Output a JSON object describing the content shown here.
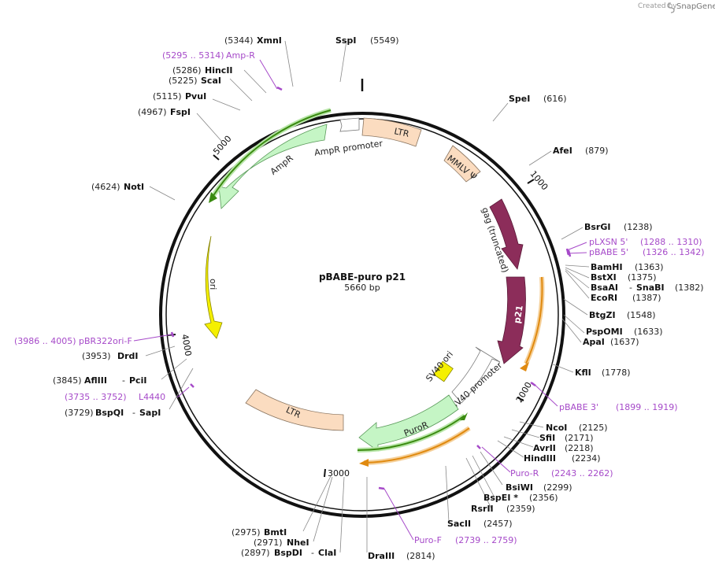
{
  "credit": {
    "created_by": "Created by",
    "brand": "SnapGene"
  },
  "plasmid": {
    "name": "pBABE-puro p21",
    "size": "5660 bp"
  },
  "ticks": [
    "1000",
    "2000",
    "3000",
    "4000",
    "5000"
  ],
  "features": {
    "ltr_top": "LTR",
    "mmlv": "MMLV Ψ",
    "gag": "gag (truncated)",
    "p21": "p21",
    "sv40_ori": "SV40 ori",
    "sv40_promoter": "SV40 promoter",
    "puror": "PuroR",
    "ltr_bottom": "LTR",
    "ori": "ori",
    "ampr": "AmpR",
    "ampr_promoter": "AmpR promoter"
  },
  "sites": {
    "spei": {
      "name": "SpeI",
      "pos": "(616)"
    },
    "afei": {
      "name": "AfeI",
      "pos": "(879)"
    },
    "bsrgi": {
      "name": "BsrGI",
      "pos": "(1238)"
    },
    "bamhi": {
      "name": "BamHI",
      "pos": "(1363)"
    },
    "bstxi": {
      "name": "BstXI",
      "pos": "(1375)"
    },
    "bsaai": {
      "name": "BsaAI",
      "pos": "(1382)"
    },
    "snabi": {
      "name": "SnaBI",
      "dash": "-"
    },
    "ecori": {
      "name": "EcoRI",
      "pos": "(1387)"
    },
    "btgzi": {
      "name": "BtgZI",
      "pos": "(1548)"
    },
    "pspomi": {
      "name": "PspOMI",
      "pos": "(1633)"
    },
    "apai": {
      "name": "ApaI",
      "pos": "(1637)"
    },
    "kfli": {
      "name": "KflI",
      "pos": "(1778)"
    },
    "ncoi": {
      "name": "NcoI",
      "pos": "(2125)"
    },
    "sfii": {
      "name": "SfiI",
      "pos": "(2171)"
    },
    "avrii": {
      "name": "AvrII",
      "pos": "(2218)"
    },
    "hindiii": {
      "name": "HindIII",
      "pos": "(2234)"
    },
    "bsiwi": {
      "name": "BsiWI",
      "pos": "(2299)"
    },
    "bspei": {
      "name": "BspEI *",
      "pos": "(2356)"
    },
    "rsrii": {
      "name": "RsrII",
      "pos": "(2359)"
    },
    "sacii": {
      "name": "SacII",
      "pos": "(2457)"
    },
    "draiii": {
      "name": "DraIII",
      "pos": "(2814)"
    },
    "bmti": {
      "name": "BmtI",
      "pos": "(2975)"
    },
    "nhei": {
      "name": "NheI",
      "pos": "(2971)"
    },
    "bspdi": {
      "name": "BspDI",
      "pos": "(2897)"
    },
    "clai": {
      "name": "ClaI",
      "dash": "-"
    },
    "bspqi": {
      "name": "BspQI",
      "pos": "(3729)"
    },
    "sapi": {
      "name": "SapI",
      "dash": "-"
    },
    "afliii": {
      "name": "AflIII",
      "pos": "(3845)"
    },
    "pcii": {
      "name": "PciI",
      "dash": "-"
    },
    "drdi": {
      "name": "DrdI",
      "pos": "(3953)"
    },
    "noti": {
      "name": "NotI",
      "pos": "(4624)"
    },
    "fspi": {
      "name": "FspI",
      "pos": "(4967)"
    },
    "pvui": {
      "name": "PvuI",
      "pos": "(5115)"
    },
    "scai": {
      "name": "ScaI",
      "pos": "(5225)"
    },
    "hincii": {
      "name": "HincII",
      "pos": "(5286)"
    },
    "xmni": {
      "name": "XmnI",
      "pos": "(5344)"
    },
    "sspi": {
      "name": "SspI",
      "pos": "(5549)"
    }
  },
  "primers": {
    "plxsn5": {
      "name": "pLXSN 5'",
      "range": "(1288 .. 1310)"
    },
    "pbabe5": {
      "name": "pBABE 5'",
      "range": "(1326 .. 1342)"
    },
    "pbabe3": {
      "name": "pBABE 3'",
      "range": "(1899 .. 1919)"
    },
    "puror": {
      "name": "Puro-R",
      "range": "(2243 .. 2262)"
    },
    "purof": {
      "name": "Puro-F",
      "range": "(2739 .. 2759)"
    },
    "l4440": {
      "name": "L4440",
      "range": "(3735 .. 3752)"
    },
    "pbr322": {
      "name": "pBR322ori-F",
      "range": "(3986 .. 4005)"
    },
    "ampr": {
      "name": "Amp-R",
      "range": "(5295 .. 5314)"
    }
  },
  "colors": {
    "backbone": "#111111",
    "ltr": "#fbdcc0",
    "mmlv": "#fbdcc0",
    "gag": "#8c2d5a",
    "p21": "#8c2d5a",
    "sv40_ori": "#f5f000",
    "ori": "#f5f000",
    "ampr": "#c5f5c5",
    "puror": "#c5f5c5",
    "promoter": "#ffffff",
    "primer": "#a64ac9",
    "orange_arrow": "#f5a623",
    "green_arrow": "#3a8a10"
  }
}
